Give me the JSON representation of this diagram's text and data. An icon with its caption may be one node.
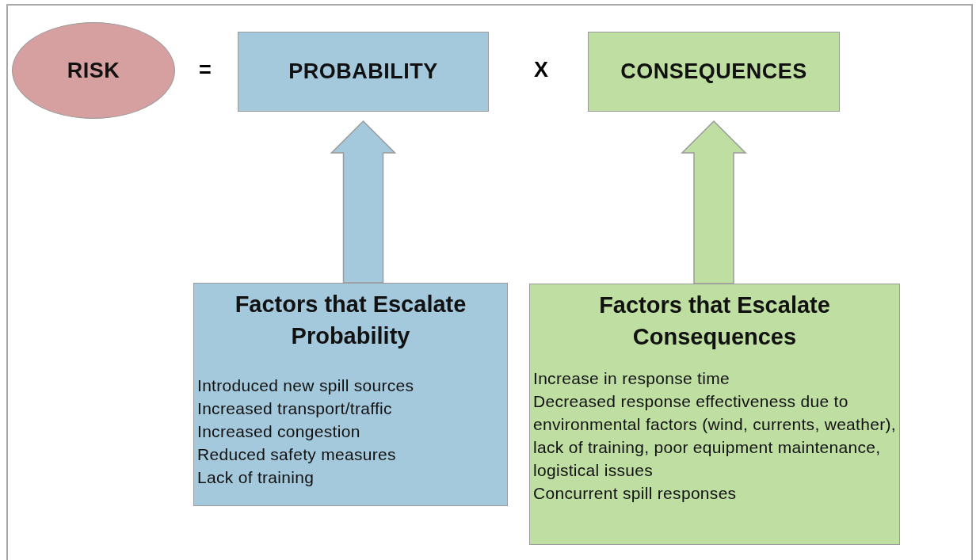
{
  "diagram": {
    "nodes": [
      {
        "text": [
          "RISK"
        ]
      },
      {
        "text": [
          "PROBABILITY"
        ]
      },
      {
        "text": [
          "CONSEQUENCES"
        ]
      },
      {
        "text": [
          "Factors that Escalate Probability",
          "Introduced new spill sources",
          "Increased transport/traffic",
          "Increased congestion",
          "Reduced safety measures",
          "Lack of training"
        ]
      },
      {
        "text": [
          "Factors that Escalate Consequences",
          "Increase in response time",
          "Decreased response effectiveness due to environmental factors (wind, currents, weather), lack of training, poor equipment maintenance, logistical issues",
          "Concurrent spill responses"
        ]
      }
    ],
    "edges": [
      {
        "from": 3,
        "to": 1,
        "arrow": "to",
        "style": "thick",
        "color": "#a4c9dc"
      },
      {
        "from": 4,
        "to": 2,
        "arrow": "to",
        "style": "thick",
        "color": "#bedea2"
      }
    ],
    "labels": [
      "=",
      "X"
    ]
  }
}
